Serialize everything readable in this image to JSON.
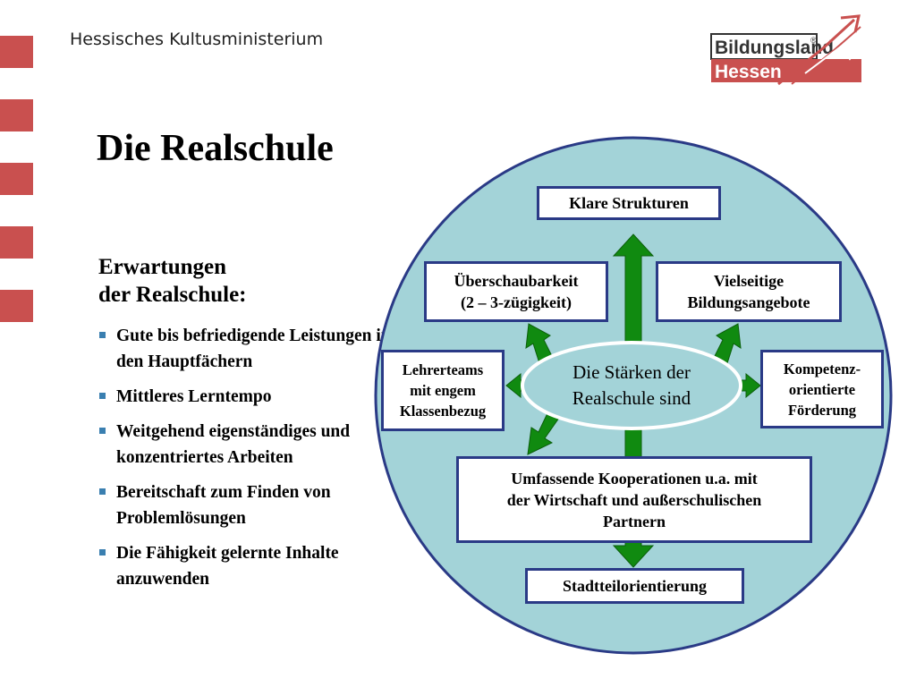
{
  "header": {
    "ministry": "Hessisches Kultusministerium",
    "logo": {
      "line1": "Bildungsland",
      "line2": "Hessen",
      "registered": "®"
    }
  },
  "title": "Die Realschule",
  "expectations": {
    "heading": "Erwartungen\nder Realschule:",
    "items": [
      "Gute bis befriedigende Leistungen in den Hauptfächern",
      "Mittleres Lerntempo",
      "Weitgehend eigenständiges und konzentriertes Arbeiten",
      "Bereitschaft zum Finden von Problemlösungen",
      "Die Fähigkeit gelernte Inhalte anzuwenden"
    ]
  },
  "diagram": {
    "center": "Die Stärken der\nRealschule sind",
    "boxes": {
      "top": "Klare Strukturen",
      "upper_left": "Überschaubarkeit\n(2 – 3-zügigkeit)",
      "upper_right": "Vielseitige\nBildungsangebote",
      "left": "Lehrerteams\nmit engem\nKlassenbezug",
      "right": "Kompetenz-\norientierte\nFörderung",
      "lower": "Umfassende Kooperationen u.a. mit\nder Wirtschaft und außerschulischen\nPartnern",
      "bottom": "Stadtteilorientierung"
    },
    "colors": {
      "circle_fill": "#a3d3d8",
      "circle_stroke": "#2a3a86",
      "arrow": "#108a10",
      "box_border": "#2a3a86",
      "accent": "#c9504f"
    }
  }
}
